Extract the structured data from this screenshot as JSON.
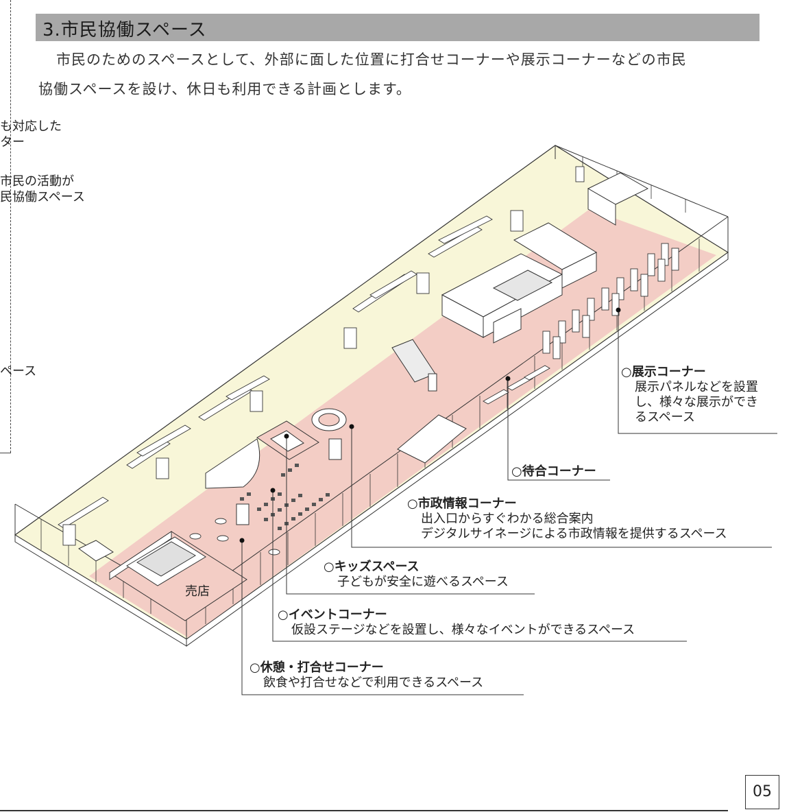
{
  "header": {
    "title": "3.市民協働スペース"
  },
  "intro": {
    "line1": "市民のためのスペースとして、外部に面した位置に打合せコーナーや展示コーナーなどの市民",
    "line2": "協働スペースを設け、休日も利用できる計画とします。"
  },
  "side_fragments": {
    "a1": "も対応した",
    "a2": "ター",
    "b1": "市民の活動が",
    "b2": "民協働スペース",
    "c1": "ペース"
  },
  "labels": {
    "tenji": {
      "title": "○展示コーナー",
      "desc1": "展示パネルなどを設置",
      "desc2": "し、様々な展示ができ",
      "desc3": "るスペース"
    },
    "machiai": {
      "title": "○待合コーナー"
    },
    "shisei": {
      "title": "○市政情報コーナー",
      "desc1": "出入口からすぐわかる総合案内",
      "desc2": "デジタルサイネージによる市政情報を提供するスペース"
    },
    "kids": {
      "title": "○キッズスペース",
      "desc1": "子どもが安全に遊べるスペース"
    },
    "event": {
      "title": "○イベントコーナー",
      "desc1": "仮設ステージなどを設置し、様々なイベントができるスペース"
    },
    "kyukei": {
      "title": "○休憩・打合せコーナー",
      "desc1": "飲食や打合せなどで利用できるスペース"
    }
  },
  "store_label": "売店",
  "page_number": "05",
  "colors": {
    "header_bg": "#a8a8a8",
    "corridor": "#f8f6d8",
    "pink_area": "#f3cdc5",
    "line": "#333333"
  }
}
